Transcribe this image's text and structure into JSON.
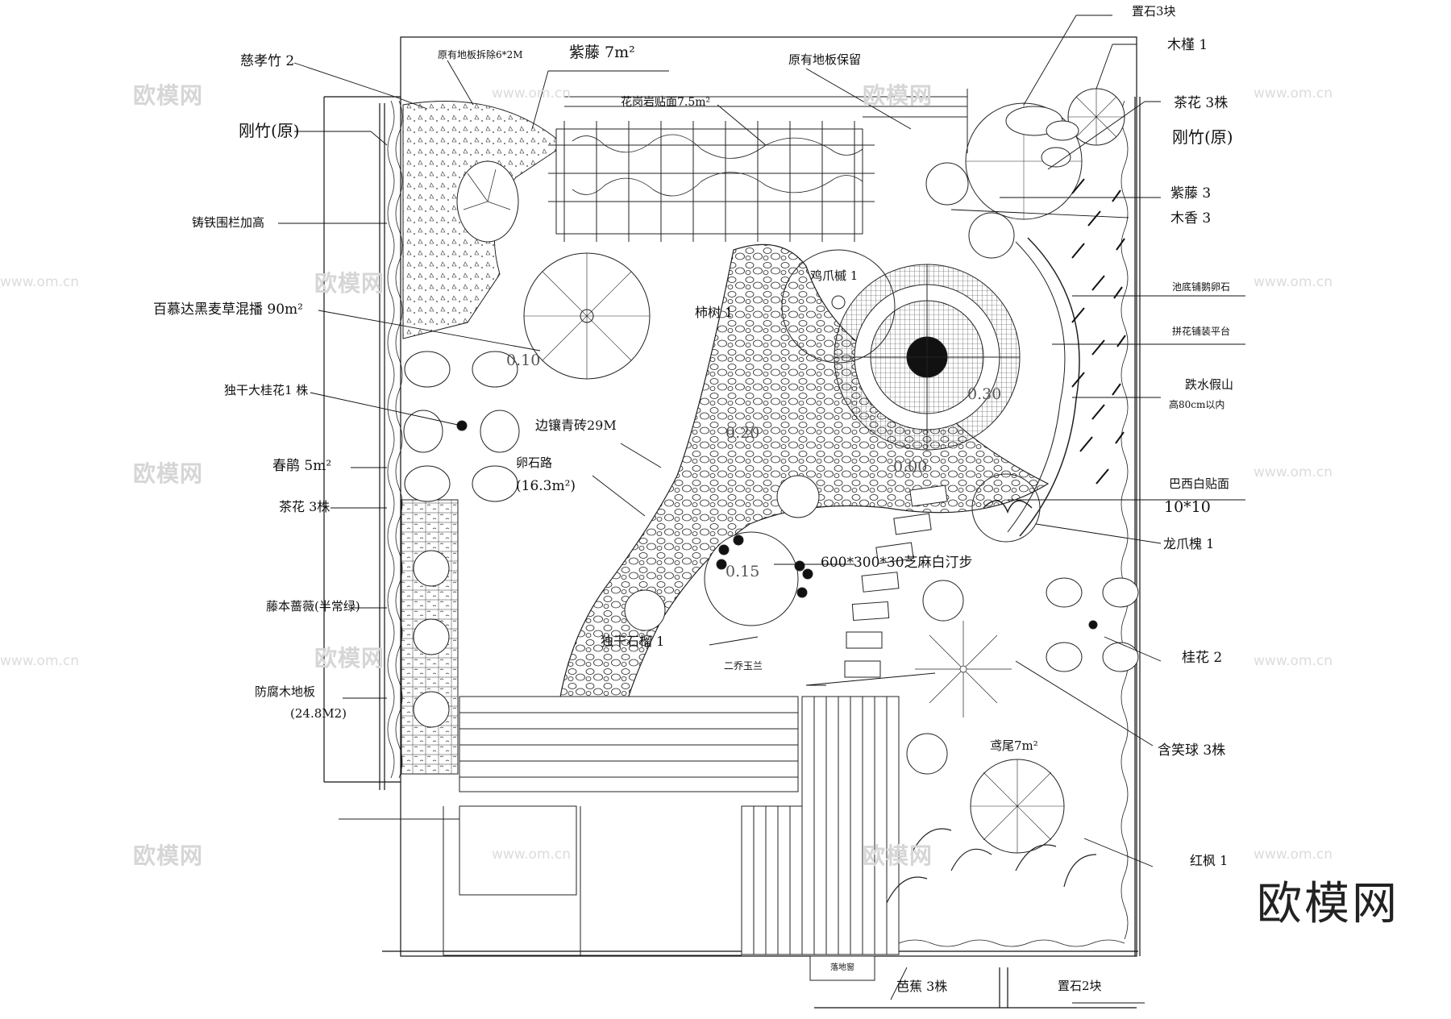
{
  "labels_left": [
    {
      "key": "cixiaozhu",
      "text": "慈孝竹  2"
    },
    {
      "key": "gangzhu_l",
      "text": "刚竹(原)"
    },
    {
      "key": "tielan",
      "text": "铸铁围栏加高"
    },
    {
      "key": "maicao",
      "text": "百慕达黑麦草混播  90m²"
    },
    {
      "key": "guihua1",
      "text": "独干大桂花1   株"
    },
    {
      "key": "chunjuan",
      "text": "春鹃  5m²"
    },
    {
      "key": "chahua_l",
      "text": "茶花  3株"
    },
    {
      "key": "qiangwei",
      "text": "藤本蔷薇(半常绿)"
    },
    {
      "key": "fangfu",
      "text": "防腐木地板"
    },
    {
      "key": "fangfu_area",
      "text": "(24.8M2)"
    }
  ],
  "labels_top": [
    {
      "key": "chaijiu",
      "text": "原有地板拆除6*2M"
    },
    {
      "key": "ziteng_top",
      "text": "紫藤  7m²"
    },
    {
      "key": "huagang",
      "text": "花岗岩贴面7.5m²"
    },
    {
      "key": "baoliu",
      "text": "原有地板保留"
    }
  ],
  "labels_right": [
    {
      "key": "zhishi3",
      "text": "置石3块"
    },
    {
      "key": "mujin",
      "text": "木槿  1"
    },
    {
      "key": "chahua_r",
      "text": "茶花  3株"
    },
    {
      "key": "gangzhu_r",
      "text": "刚竹(原)"
    },
    {
      "key": "ziteng_r",
      "text": "紫藤  3"
    },
    {
      "key": "muxiang",
      "text": "木香  3"
    },
    {
      "key": "chidi",
      "text": "池底铺鹅卵石"
    },
    {
      "key": "pinhua",
      "text": "拼花铺装平台"
    },
    {
      "key": "dieshui",
      "text": "跌水假山"
    },
    {
      "key": "dieshui_h",
      "text": "高80cm以内"
    },
    {
      "key": "baxi",
      "text": "巴西白贴面"
    },
    {
      "key": "baxi_size",
      "text": "10*10"
    },
    {
      "key": "longzhua",
      "text": "龙爪槐  1"
    },
    {
      "key": "guihua2",
      "text": "桂花  2"
    },
    {
      "key": "hanxiao",
      "text": "含笑球  3株"
    },
    {
      "key": "hongfeng",
      "text": "红枫  1"
    }
  ],
  "labels_inner": [
    {
      "key": "shishu",
      "text": "柿树  1"
    },
    {
      "key": "jizhuashu",
      "text": "鸡爪槭  1"
    },
    {
      "key": "bianxiang",
      "text": "边镶青砖29M"
    },
    {
      "key": "luanshi",
      "text": "卵石路"
    },
    {
      "key": "luanshi_area",
      "text": "(16.3m²)"
    },
    {
      "key": "tingbu",
      "text": "600*300*30芝麻白汀步"
    },
    {
      "key": "shiliu",
      "text": "独干石榴  1"
    },
    {
      "key": "yulan",
      "text": "二乔玉兰"
    },
    {
      "key": "yuanwei",
      "text": "鸢尾7m²"
    },
    {
      "key": "bajiao",
      "text": "芭蕉  3株"
    },
    {
      "key": "zhishi2",
      "text": "置石2块"
    },
    {
      "key": "luodi",
      "text": "落地窗"
    },
    {
      "key": "lv1",
      "text": "0.10"
    },
    {
      "key": "lv2",
      "text": "0.15"
    },
    {
      "key": "lv3",
      "text": "0.00"
    },
    {
      "key": "lv4",
      "text": "0.20"
    },
    {
      "key": "lv5",
      "text": "0.30"
    }
  ],
  "watermark": {
    "text": "欧模网",
    "url": "www.om.cn",
    "brand": "欧模网"
  },
  "colors": {
    "line": "#111111",
    "watermark": "#d6d6d6"
  }
}
